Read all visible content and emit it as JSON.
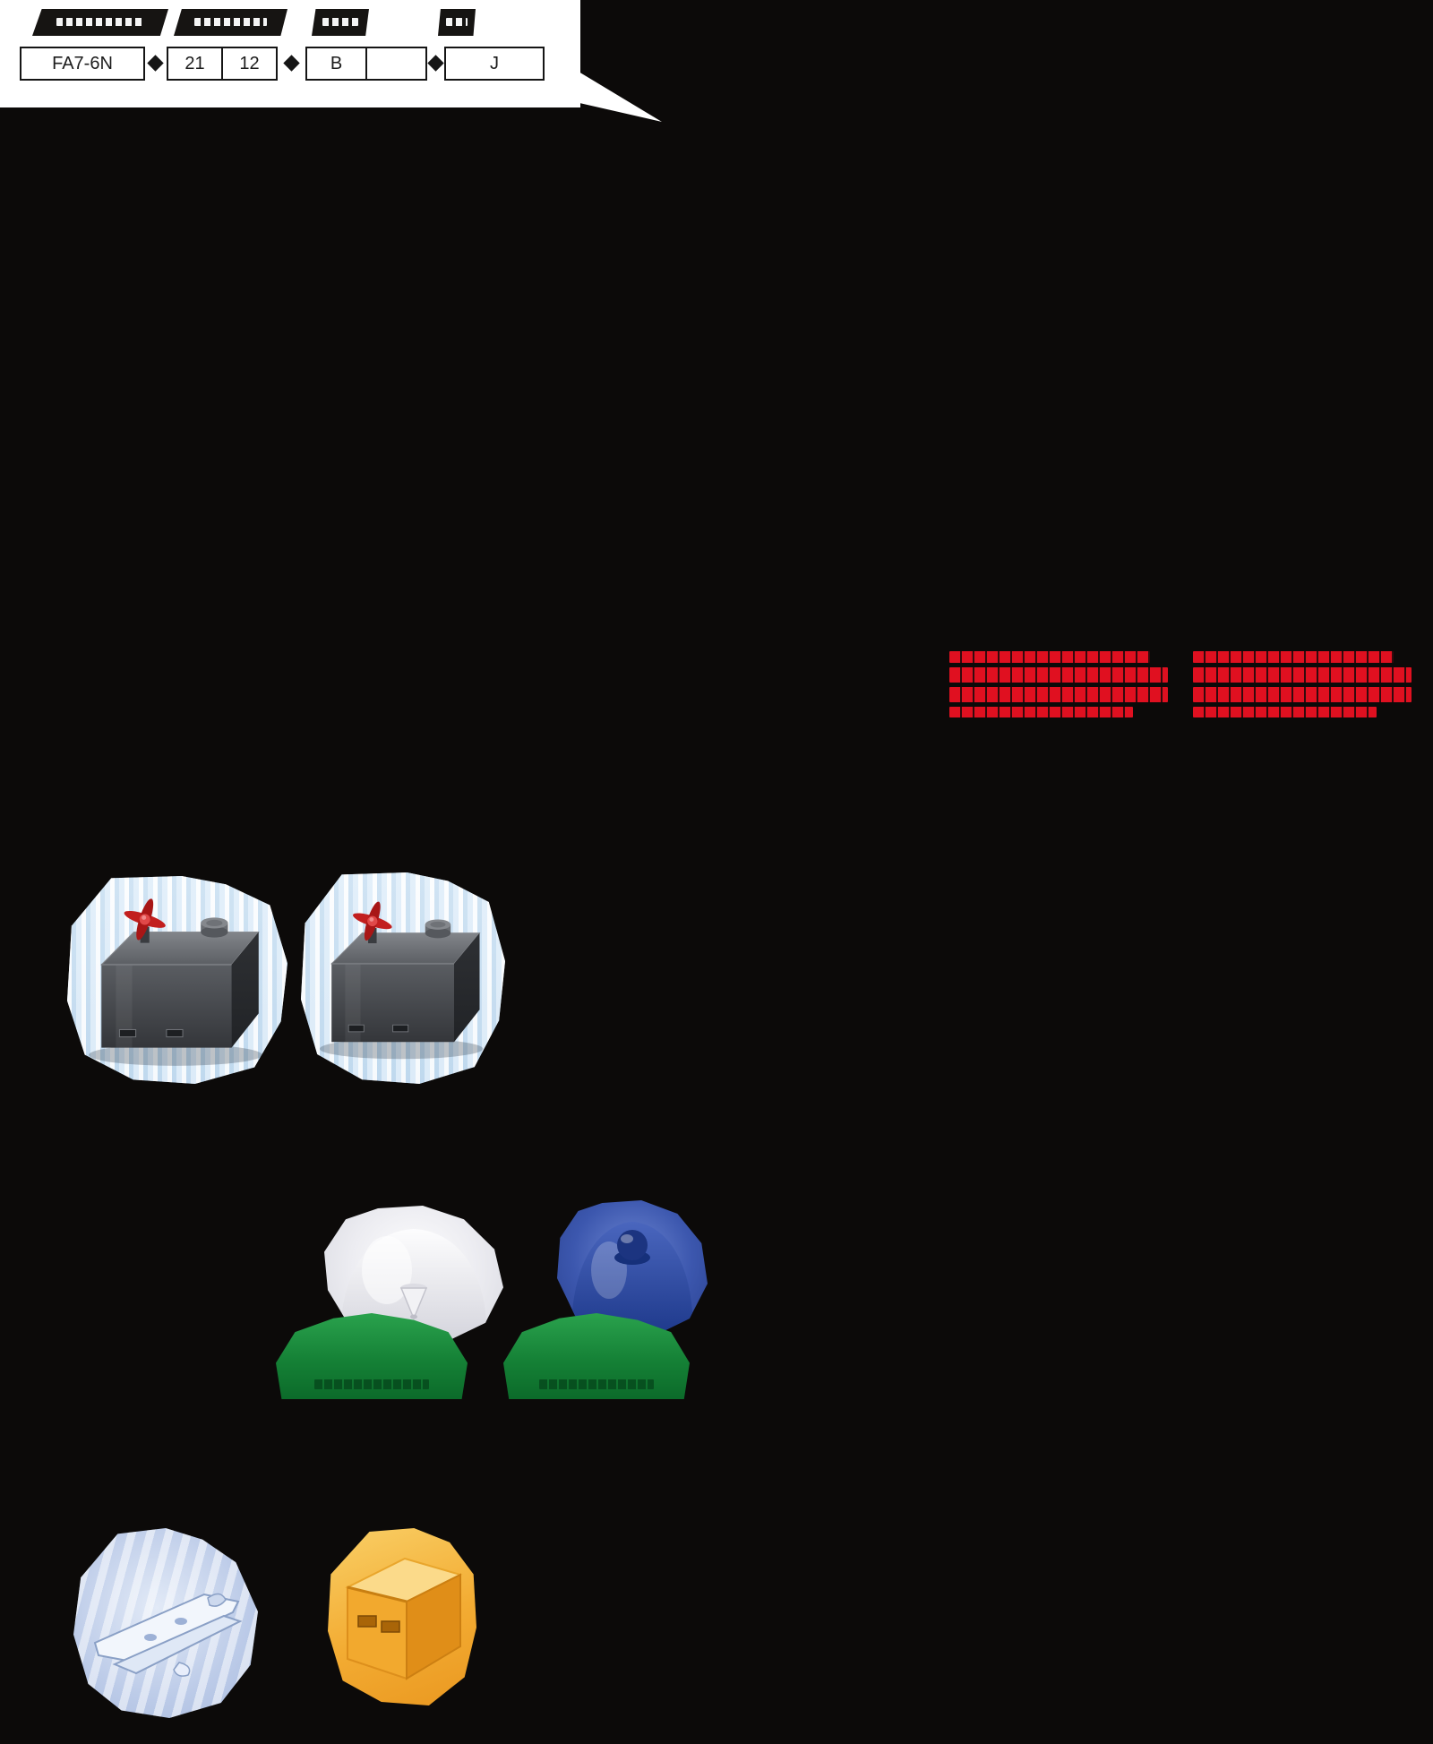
{
  "page": {
    "background": "#0c0a09",
    "panel_background": "#ffffff"
  },
  "order_code": {
    "boxes": [
      {
        "name": "model",
        "cells": [
          "FA7-6N"
        ]
      },
      {
        "name": "size",
        "cells": [
          "21",
          "12"
        ]
      },
      {
        "name": "color",
        "cells": [
          "B",
          ""
        ]
      },
      {
        "name": "option",
        "cells": [
          "J"
        ]
      }
    ]
  },
  "warnings": {
    "note_color": "#e01020",
    "blocks": 2,
    "lines_per_block": 4
  },
  "captions": {
    "color": "#07501f"
  },
  "colors": {
    "caption_green": "#07501f",
    "base_green": "#158136",
    "photo_bg_blue": "#cfe2f2",
    "tank_body_gray": "#4a4c50",
    "tank_handle_red": "#c21f1f",
    "dome_white": "#efeff3",
    "dome_blue": "#3c57ae",
    "bracket_blue": "#bccbe8",
    "box_yellow": "#f3ac33"
  }
}
